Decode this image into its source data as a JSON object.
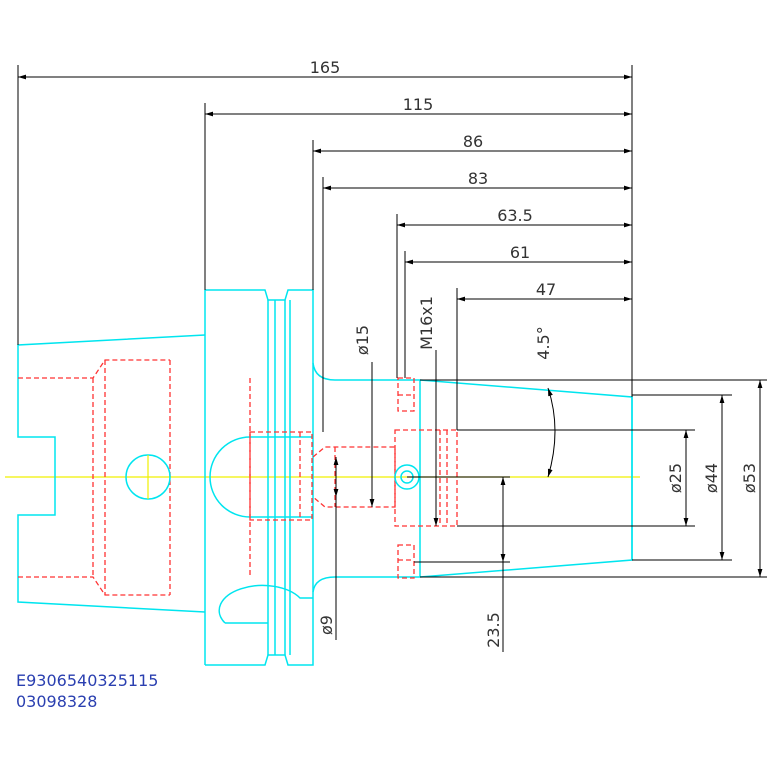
{
  "drawing": {
    "dimensions": {
      "len_165": "165",
      "len_115": "115",
      "len_86": "86",
      "len_83": "83",
      "len_63_5": "63.5",
      "len_61": "61",
      "len_47": "47",
      "dia_15": "ø15",
      "thread": "M16x1",
      "angle": "4.5°",
      "dia_25": "ø25",
      "dia_44": "ø44",
      "dia_53": "ø53",
      "dia_9": "ø9",
      "offset_23_5": "23.5"
    },
    "part_code_line1": "E9306540325115",
    "part_code_line2": "03098328"
  },
  "colors": {
    "outline": "#00e5ef",
    "hidden": "#ff3333",
    "centerline": "#f0f000",
    "dimension": "#000000",
    "code_text": "#2a3fb0"
  }
}
